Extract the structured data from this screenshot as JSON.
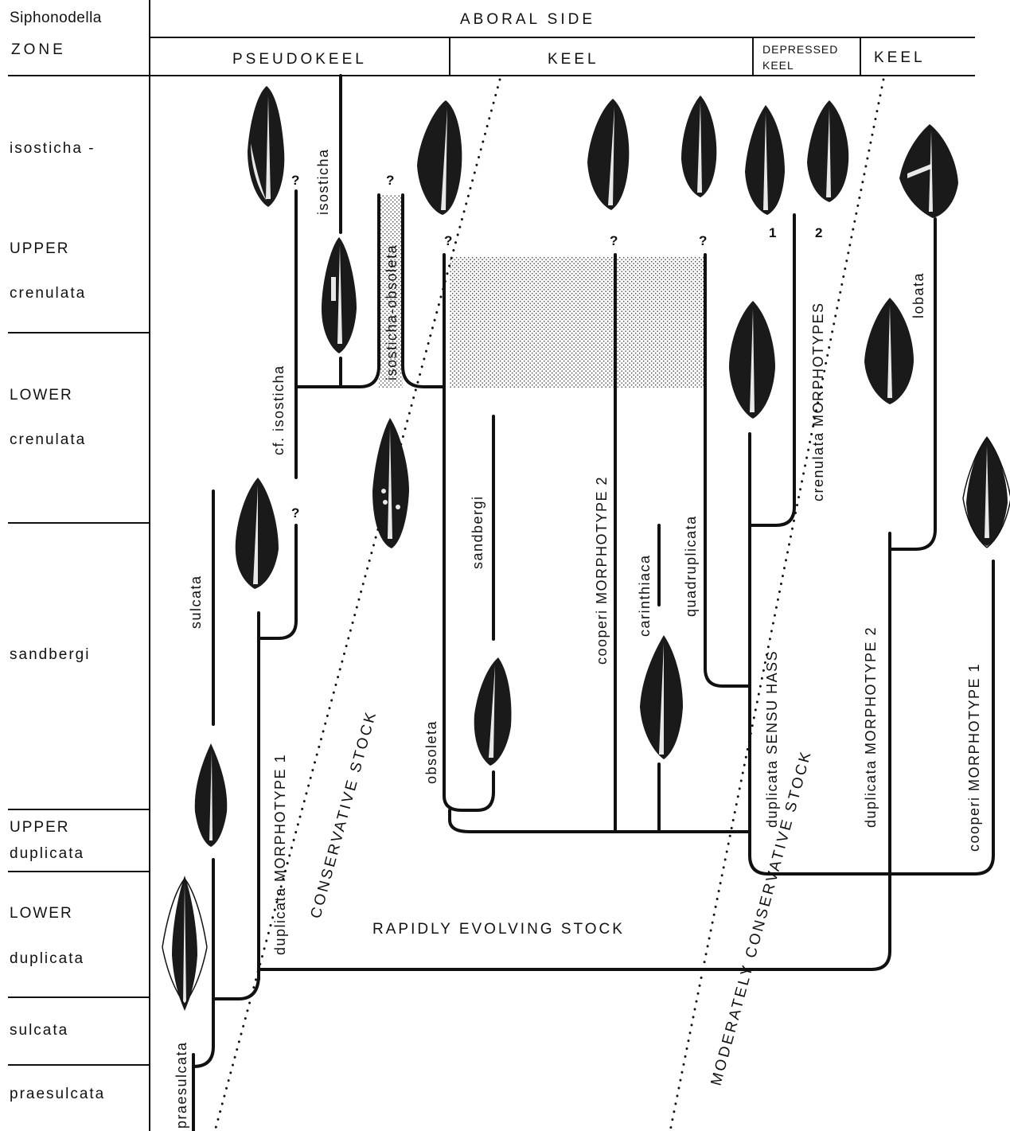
{
  "header": {
    "zone_title_line1": "Siphonodella",
    "zone_title_line2": "ZONE",
    "aboral_side": "ABORAL SIDE",
    "columns": [
      "PSEUDOKEEL",
      "KEEL",
      "DEPRESSED",
      "KEEL",
      "KEEL"
    ]
  },
  "zones": [
    {
      "line1": "isosticha -",
      "line2": ""
    },
    {
      "line1": "UPPER",
      "line2": "crenulata"
    },
    {
      "line1": "LOWER",
      "line2": "crenulata"
    },
    {
      "line1": "sandbergi",
      "line2": ""
    },
    {
      "line1": "UPPER",
      "line2": "duplicata"
    },
    {
      "line1": "LOWER",
      "line2": "duplicata"
    },
    {
      "line1": "sulcata",
      "line2": ""
    },
    {
      "line1": "praesulcata",
      "line2": ""
    }
  ],
  "taxa": {
    "praesulcata": "praesulcata",
    "sulcata": "sulcata",
    "duplicata_m1": "duplicata MORPHOTYPE 1",
    "cf_isosticha": "cf. isosticha",
    "isosticha": "isosticha",
    "isosticha_obsoleta": "isosticha-obsoleta",
    "obsoleta": "obsoleta",
    "sandbergi": "sandbergi",
    "cooperi_m2": "cooperi MORPHOTYPE 2",
    "carinthiaca": "carinthiaca",
    "quadruplicata": "quadruplicata",
    "duplicata_sensu_hass": "duplicata SENSU HASS",
    "crenulata_morphotypes": "crenulata MORPHOTYPES",
    "duplicata_m2": "duplicata MORPHOTYPE 2",
    "lobata": "lobata",
    "cooperi_m1": "cooperi MORPHOTYPE 1"
  },
  "markers": {
    "question": "?",
    "one": "1",
    "two": "2"
  },
  "stocks": {
    "rapidly": "RAPIDLY EVOLVING STOCK",
    "conservative": "CONSERVATIVE STOCK",
    "moderately": "MODERATELY CONSERVATIVE STOCK"
  }
}
